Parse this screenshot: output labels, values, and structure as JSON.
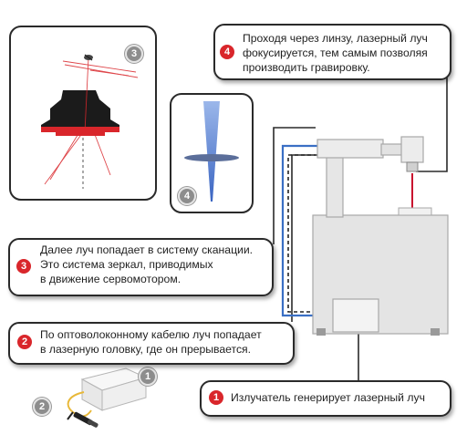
{
  "callouts": {
    "c4": {
      "num": "4",
      "lines": [
        "Проходя через линзу, лазерный луч",
        "фокусируется, тем самым позволяя",
        "производить гравировку."
      ]
    },
    "c3": {
      "num": "3",
      "lines": [
        "Далее луч попадает в систему сканации.",
        "Это система зеркал, приводимых",
        "в движение сервомотором."
      ]
    },
    "c2": {
      "num": "2",
      "lines": [
        "По оптоволоконному кабелю луч попадает",
        "в лазерную головку, где он прерывается."
      ]
    },
    "c1": {
      "num": "1",
      "lines": [
        "Излучатель генерирует лазерный луч"
      ]
    }
  },
  "markers": {
    "scanner": "3",
    "lens": "4",
    "source_unit": "1",
    "fiber_cable": "2"
  },
  "colors": {
    "badge_red": "#d9262b",
    "marker_gray": "#8d8d8d",
    "beam_red": "#c8102e",
    "fiber_blue": "#3a6fc4",
    "lens_blue": "#5c86d6"
  }
}
